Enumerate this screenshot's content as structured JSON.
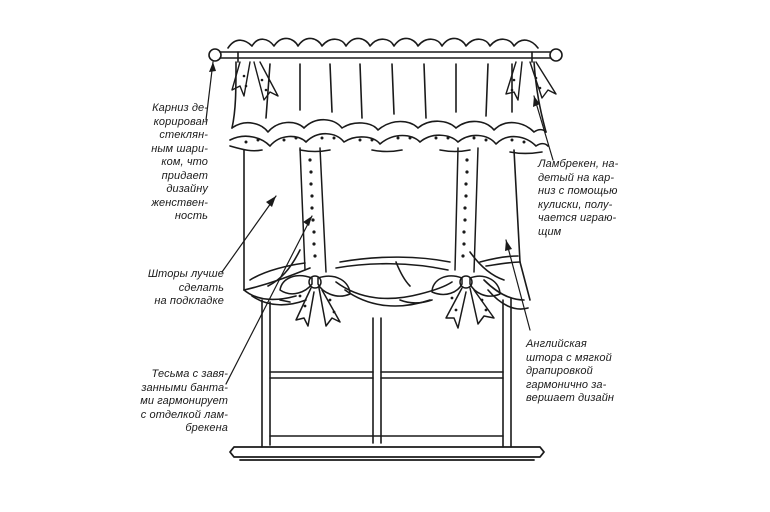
{
  "annotations": [
    {
      "id": "cornice",
      "lines": [
        "Карниз де-",
        "корирован",
        "стеклян-",
        "ным шари-",
        "ком, что",
        "придает",
        "дизайну",
        "женствен-",
        "ность"
      ]
    },
    {
      "id": "lining",
      "lines": [
        "Шторы лучше",
        "сделать",
        "на подкладке"
      ]
    },
    {
      "id": "tape",
      "lines": [
        "Тесьма с завя-",
        "занными банта-",
        "ми гармонирует",
        "с отделкой лам-",
        "брекена"
      ]
    },
    {
      "id": "lambrequin",
      "lines": [
        "Ламбрекен, на-",
        "детый на кар-",
        "низ с помощью",
        "кулиски, полу-",
        "чается играю-",
        "щим"
      ]
    },
    {
      "id": "english-blind",
      "lines": [
        "Английская",
        "штора с мягкой",
        "драпировкой",
        "гармонично за-",
        "вершает дизайн"
      ]
    }
  ],
  "colors": {
    "ink": "#1a1a1a",
    "paper": "#ffffff"
  }
}
